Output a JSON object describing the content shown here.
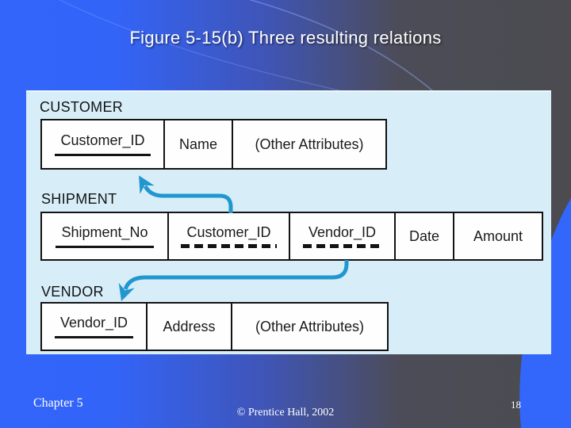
{
  "slide": {
    "title": "Figure 5-15(b) Three resulting relations",
    "footer": {
      "left": "Chapter 5",
      "center": "© Prentice Hall, 2002",
      "page_number": "18"
    }
  },
  "colors": {
    "background_left_blue": "#3365fb",
    "background_right_gray": "#4b4b50",
    "panel_light_blue": "#d7eef9",
    "table_fill": "#fffefe",
    "table_border": "#131313",
    "arrow_blue": "#2196cf",
    "title_text": "#ffffff",
    "swoosh_blue": "#3366fa"
  },
  "diagram": {
    "relations": [
      {
        "name": "CUSTOMER",
        "attributes": [
          {
            "label": "Customer_ID",
            "key": "primary-key"
          },
          {
            "label": "Name",
            "key": "none"
          },
          {
            "label": "(Other Attributes)",
            "key": "none"
          }
        ]
      },
      {
        "name": "SHIPMENT",
        "attributes": [
          {
            "label": "Shipment_No",
            "key": "primary-key"
          },
          {
            "label": "Customer_ID",
            "key": "foreign-key"
          },
          {
            "label": "Vendor_ID",
            "key": "foreign-key"
          },
          {
            "label": "Date",
            "key": "none"
          },
          {
            "label": "Amount",
            "key": "none"
          }
        ]
      },
      {
        "name": "VENDOR",
        "attributes": [
          {
            "label": "Vendor_ID",
            "key": "primary-key"
          },
          {
            "label": "Address",
            "key": "none"
          },
          {
            "label": "(Other Attributes)",
            "key": "none"
          }
        ]
      }
    ],
    "arrows": [
      {
        "from": "SHIPMENT.Customer_ID",
        "to": "CUSTOMER.Customer_ID"
      },
      {
        "from": "SHIPMENT.Vendor_ID",
        "to": "VENDOR.Vendor_ID"
      }
    ]
  }
}
